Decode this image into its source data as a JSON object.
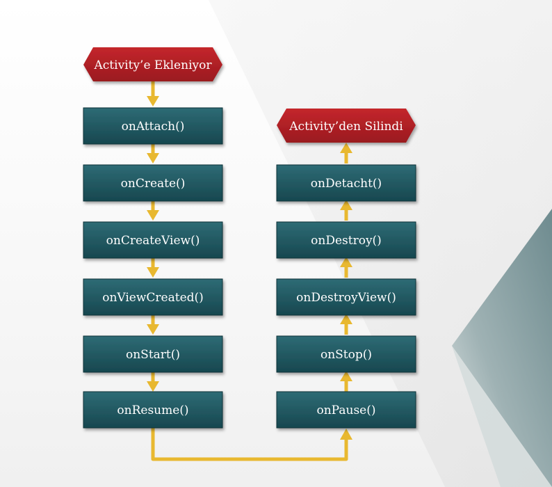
{
  "colors": {
    "process_fill_top": "#2e6b75",
    "process_fill_bottom": "#17474f",
    "terminal_fill": "#b01f24",
    "arrow": "#e8b830",
    "background_accent": "#7f9a9d"
  },
  "diagram": {
    "start_label": "Activity’e Ekleniyor",
    "end_label": "Activity’den Silindi",
    "left_steps": [
      {
        "label": "onAttach()"
      },
      {
        "label": "onCreate()"
      },
      {
        "label": "onCreateView()"
      },
      {
        "label": "onViewCreated()"
      },
      {
        "label": "onStart()"
      },
      {
        "label": "onResume()"
      }
    ],
    "right_steps": [
      {
        "label": "onDetacht()"
      },
      {
        "label": "onDestroy()"
      },
      {
        "label": "onDestroyView()"
      },
      {
        "label": "onStop()"
      },
      {
        "label": "onPause()"
      }
    ]
  }
}
